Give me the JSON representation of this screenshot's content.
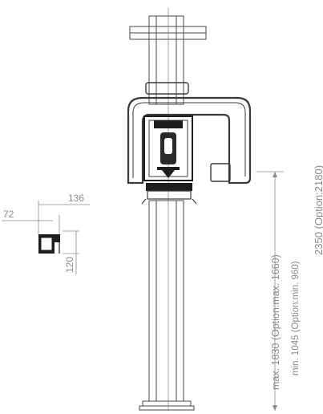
{
  "colors": {
    "line": "#4a4a4a",
    "dim": "#8a8a8a",
    "fill_dark": "#1e1e1e",
    "background": "#ffffff"
  },
  "dimensions": {
    "wall_unit_width": "136",
    "wall_unit_offset": "72",
    "wall_unit_height": "120",
    "max_height": "max. 1830 (Option:max. 1660)",
    "min_height": "min. 1045 (Option:min. 960)",
    "total_height": "2350 (Option:2180)"
  }
}
